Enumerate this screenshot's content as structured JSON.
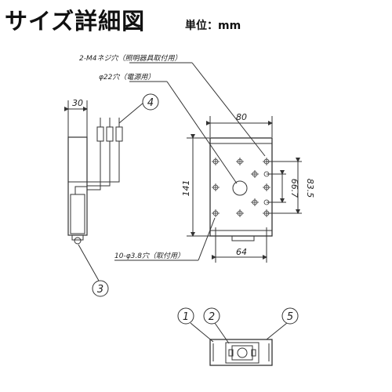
{
  "header": {
    "title": "サイズ詳細図",
    "unit_label": "単位：mm"
  },
  "annotations": {
    "screw_holes": "2-M4ネジ穴（照明器具取付用）",
    "power_hole": "φ22穴（電源用）",
    "mount_holes": "10-φ3.8穴（取付用）"
  },
  "dimensions": {
    "side_width": "30",
    "front_width": "80",
    "front_height": "141",
    "hole_pitch_inner": "66.7",
    "hole_pitch_outer": "83.5",
    "hole_spacing_bottom": "64"
  },
  "callouts": [
    "1",
    "2",
    "3",
    "4",
    "5"
  ]
}
